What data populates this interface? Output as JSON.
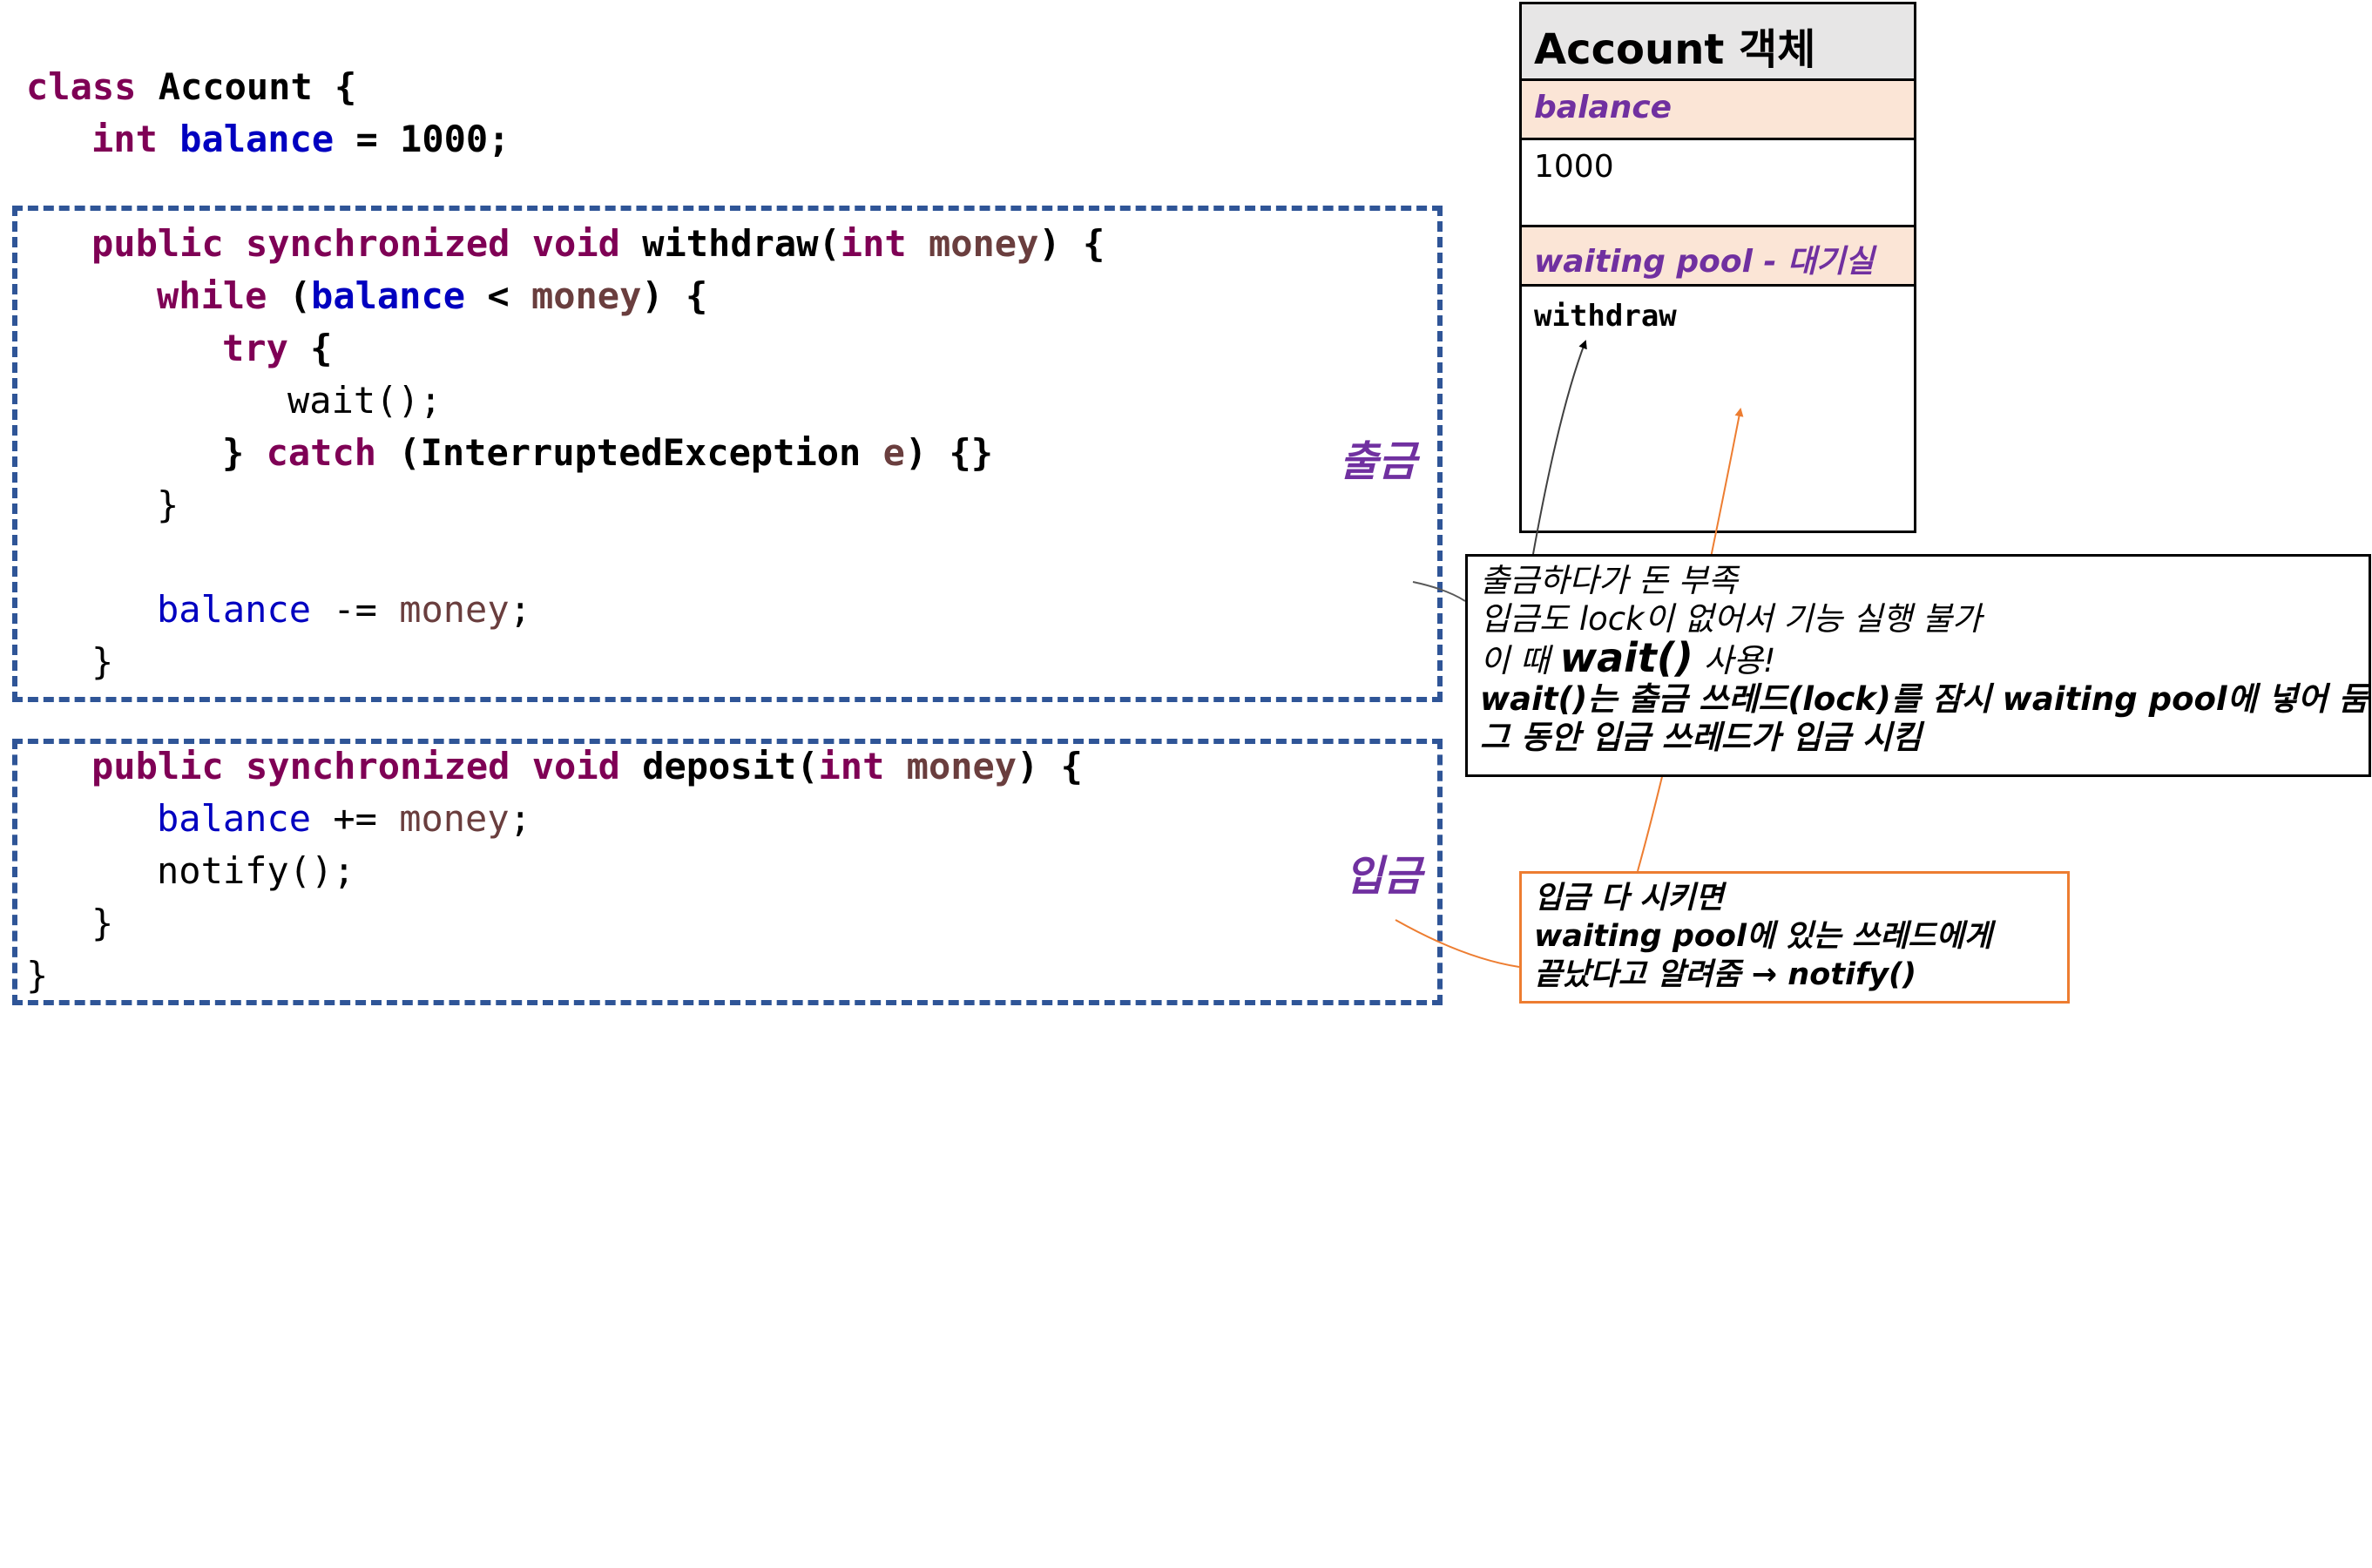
{
  "code": {
    "class_kw": "class",
    "class_name": "Account",
    "open_brace": "{",
    "close_brace": "}",
    "int_kw": "int",
    "field_balance": "balance",
    "field_init": "= 1000;",
    "public_kw": "public",
    "synchronized_kw": "synchronized",
    "void_kw": "void",
    "withdraw_name": "withdraw(",
    "deposit_name": "deposit(",
    "param_money": "money",
    "sig_close": ") {",
    "while_kw": "while",
    "paren_open": "(",
    "lt_op": "<",
    "try_kw": "try",
    "wait_call": "wait();",
    "catch_prefix": "}",
    "catch_kw": "catch",
    "exception_type": "(InterruptedException",
    "exception_var": "e",
    "catch_close": ") {}",
    "minus_assign": "-=",
    "plus_assign": "+=",
    "semicolon": ";",
    "notify_call": "notify();"
  },
  "labels": {
    "withdraw_label": "출금",
    "deposit_label": "입금"
  },
  "object_box": {
    "title": "Account 객체",
    "balance_header": "balance",
    "balance_value": "1000",
    "pool_header": "waiting pool - 대기실",
    "pool_value": "withdraw"
  },
  "note_wait": {
    "line1": "출금하다가 돈 부족",
    "line2": "입금도 lock이 없어서 기능 실행 불가",
    "line3_pre": "이 때 ",
    "line3_strong": "wait()",
    "line3_post": " 사용!",
    "line4": "wait()는 출금 쓰레드(lock)를 잠시 waiting pool에 넣어 둠",
    "line5": "그 동안 입금 쓰레드가 입금 시킴"
  },
  "note_notify": {
    "line1": "입금 다 시키면",
    "line2": "waiting pool에 있는 쓰레드에게",
    "line3": "끝났다고 알려줌 → notify()"
  },
  "colors": {
    "keyword": "#7f0055",
    "field": "#0000c0",
    "variable": "#6a3e3e",
    "dashed_box": "#2f5597",
    "label_purple": "#7030a0",
    "header_fill": "#fbe5d6",
    "title_fill": "#e7e6e6",
    "notify_border": "#ed7d31"
  }
}
